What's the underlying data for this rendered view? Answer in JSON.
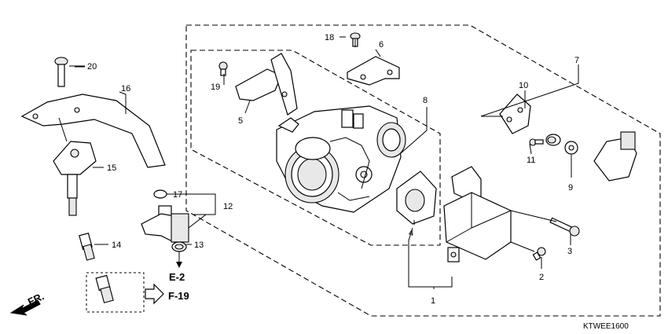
{
  "diagram": {
    "callouts": [
      {
        "id": "c1",
        "text": "1"
      },
      {
        "id": "c2",
        "text": "2"
      },
      {
        "id": "c3",
        "text": "3"
      },
      {
        "id": "c4",
        "text": "4"
      },
      {
        "id": "c5",
        "text": "5"
      },
      {
        "id": "c6",
        "text": "6"
      },
      {
        "id": "c7",
        "text": "7"
      },
      {
        "id": "c8",
        "text": "8"
      },
      {
        "id": "c9",
        "text": "9"
      },
      {
        "id": "c10",
        "text": "10"
      },
      {
        "id": "c11",
        "text": "11"
      },
      {
        "id": "c12",
        "text": "12"
      },
      {
        "id": "c13",
        "text": "13"
      },
      {
        "id": "c14",
        "text": "14"
      },
      {
        "id": "c15",
        "text": "15"
      },
      {
        "id": "c16",
        "text": "16"
      },
      {
        "id": "c17",
        "text": "17"
      },
      {
        "id": "c18",
        "text": "18"
      },
      {
        "id": "c19",
        "text": "19"
      },
      {
        "id": "c20",
        "text": "20"
      }
    ],
    "references": {
      "e2": "E-2",
      "f19": "F-19",
      "front": "FR."
    },
    "diagram_code": "KTWEE1600"
  }
}
